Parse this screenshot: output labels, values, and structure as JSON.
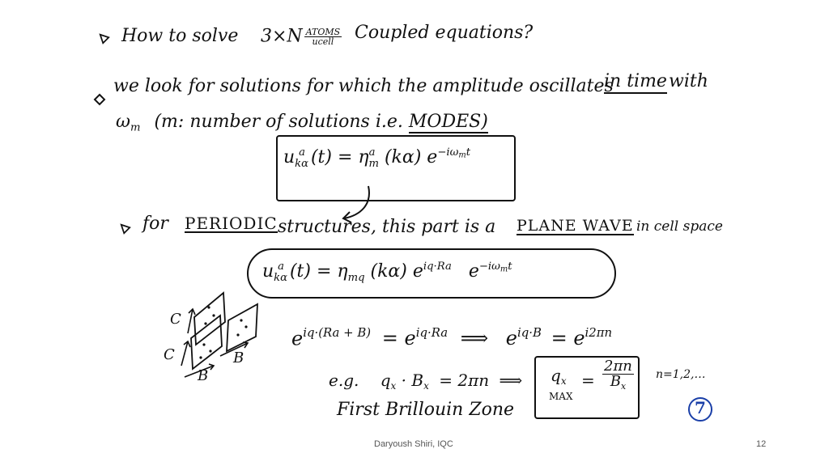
{
  "slide": {
    "line1": {
      "prefix": "How to solve",
      "coeff": "3×N",
      "atoms_sub": "ATOMS",
      "ucell": "ucell",
      "suffix": "Coupled equations?"
    },
    "line2": {
      "text_a": "we look for solutions for which the amplitude oscillates",
      "text_b": "in time",
      "text_c": "with"
    },
    "line3": {
      "omega": "ω",
      "omega_sub": "m",
      "text": "(m: number of solutions i.e.",
      "modes": "MODES)"
    },
    "eq1": {
      "lhs": "u",
      "lhs_sup": "a",
      "lhs_sub": "kα",
      "lhs_arg": "(t) = η",
      "eta_sup": "a",
      "eta_sub": "m",
      "mid": "(kα) e",
      "exp": "−iω",
      "exp_sub": "m",
      "exp_t": "t"
    },
    "line4": {
      "prefix": "for",
      "periodic": "PERIODIC",
      "text": "structures, this part is a",
      "plane_wave": "PLANE WAVE",
      "suffix": "in cell space"
    },
    "eq2": {
      "lhs": "u",
      "lhs_sup": "a",
      "lhs_sub": "kα",
      "lhs_arg": "(t) = η",
      "eta_sub": "mq",
      "mid": "(kα) e",
      "exp1": "iq·Ra",
      "e2": "e",
      "exp2": "−iω",
      "exp2_sub": "m",
      "exp2_t": "t"
    },
    "eq3": {
      "lhs": "e",
      "lhs_exp": "iq·(Ra + B)",
      "eq": "= e",
      "rhs_exp": "iq·Ra",
      "arrow": "⟹",
      "e3": "e",
      "e3_exp": "iq·B",
      "eq2": "= e",
      "e4_exp": "i2πn"
    },
    "eq4": {
      "eg": "e.g.",
      "expr": "q",
      "expr_sub": "x",
      "dot": "· B",
      "b_sub": "x",
      "rhs": "= 2πn",
      "arrow": "⟹",
      "box_q": "q",
      "box_q_sub": "x",
      "box_max": "MAX",
      "box_eq": "=",
      "box_num": "2πn",
      "box_den": "B",
      "box_den_sub": "x",
      "n_vals": "n=1,2,…"
    },
    "fbz": "First Brillouin Zone",
    "diagram": {
      "c_top": "C",
      "c_bottom": "C",
      "b_left": "B",
      "b_right": "B"
    },
    "page_circle": "7"
  },
  "footer": {
    "author": "Daryoush Shiri, IQC",
    "page": "12"
  }
}
